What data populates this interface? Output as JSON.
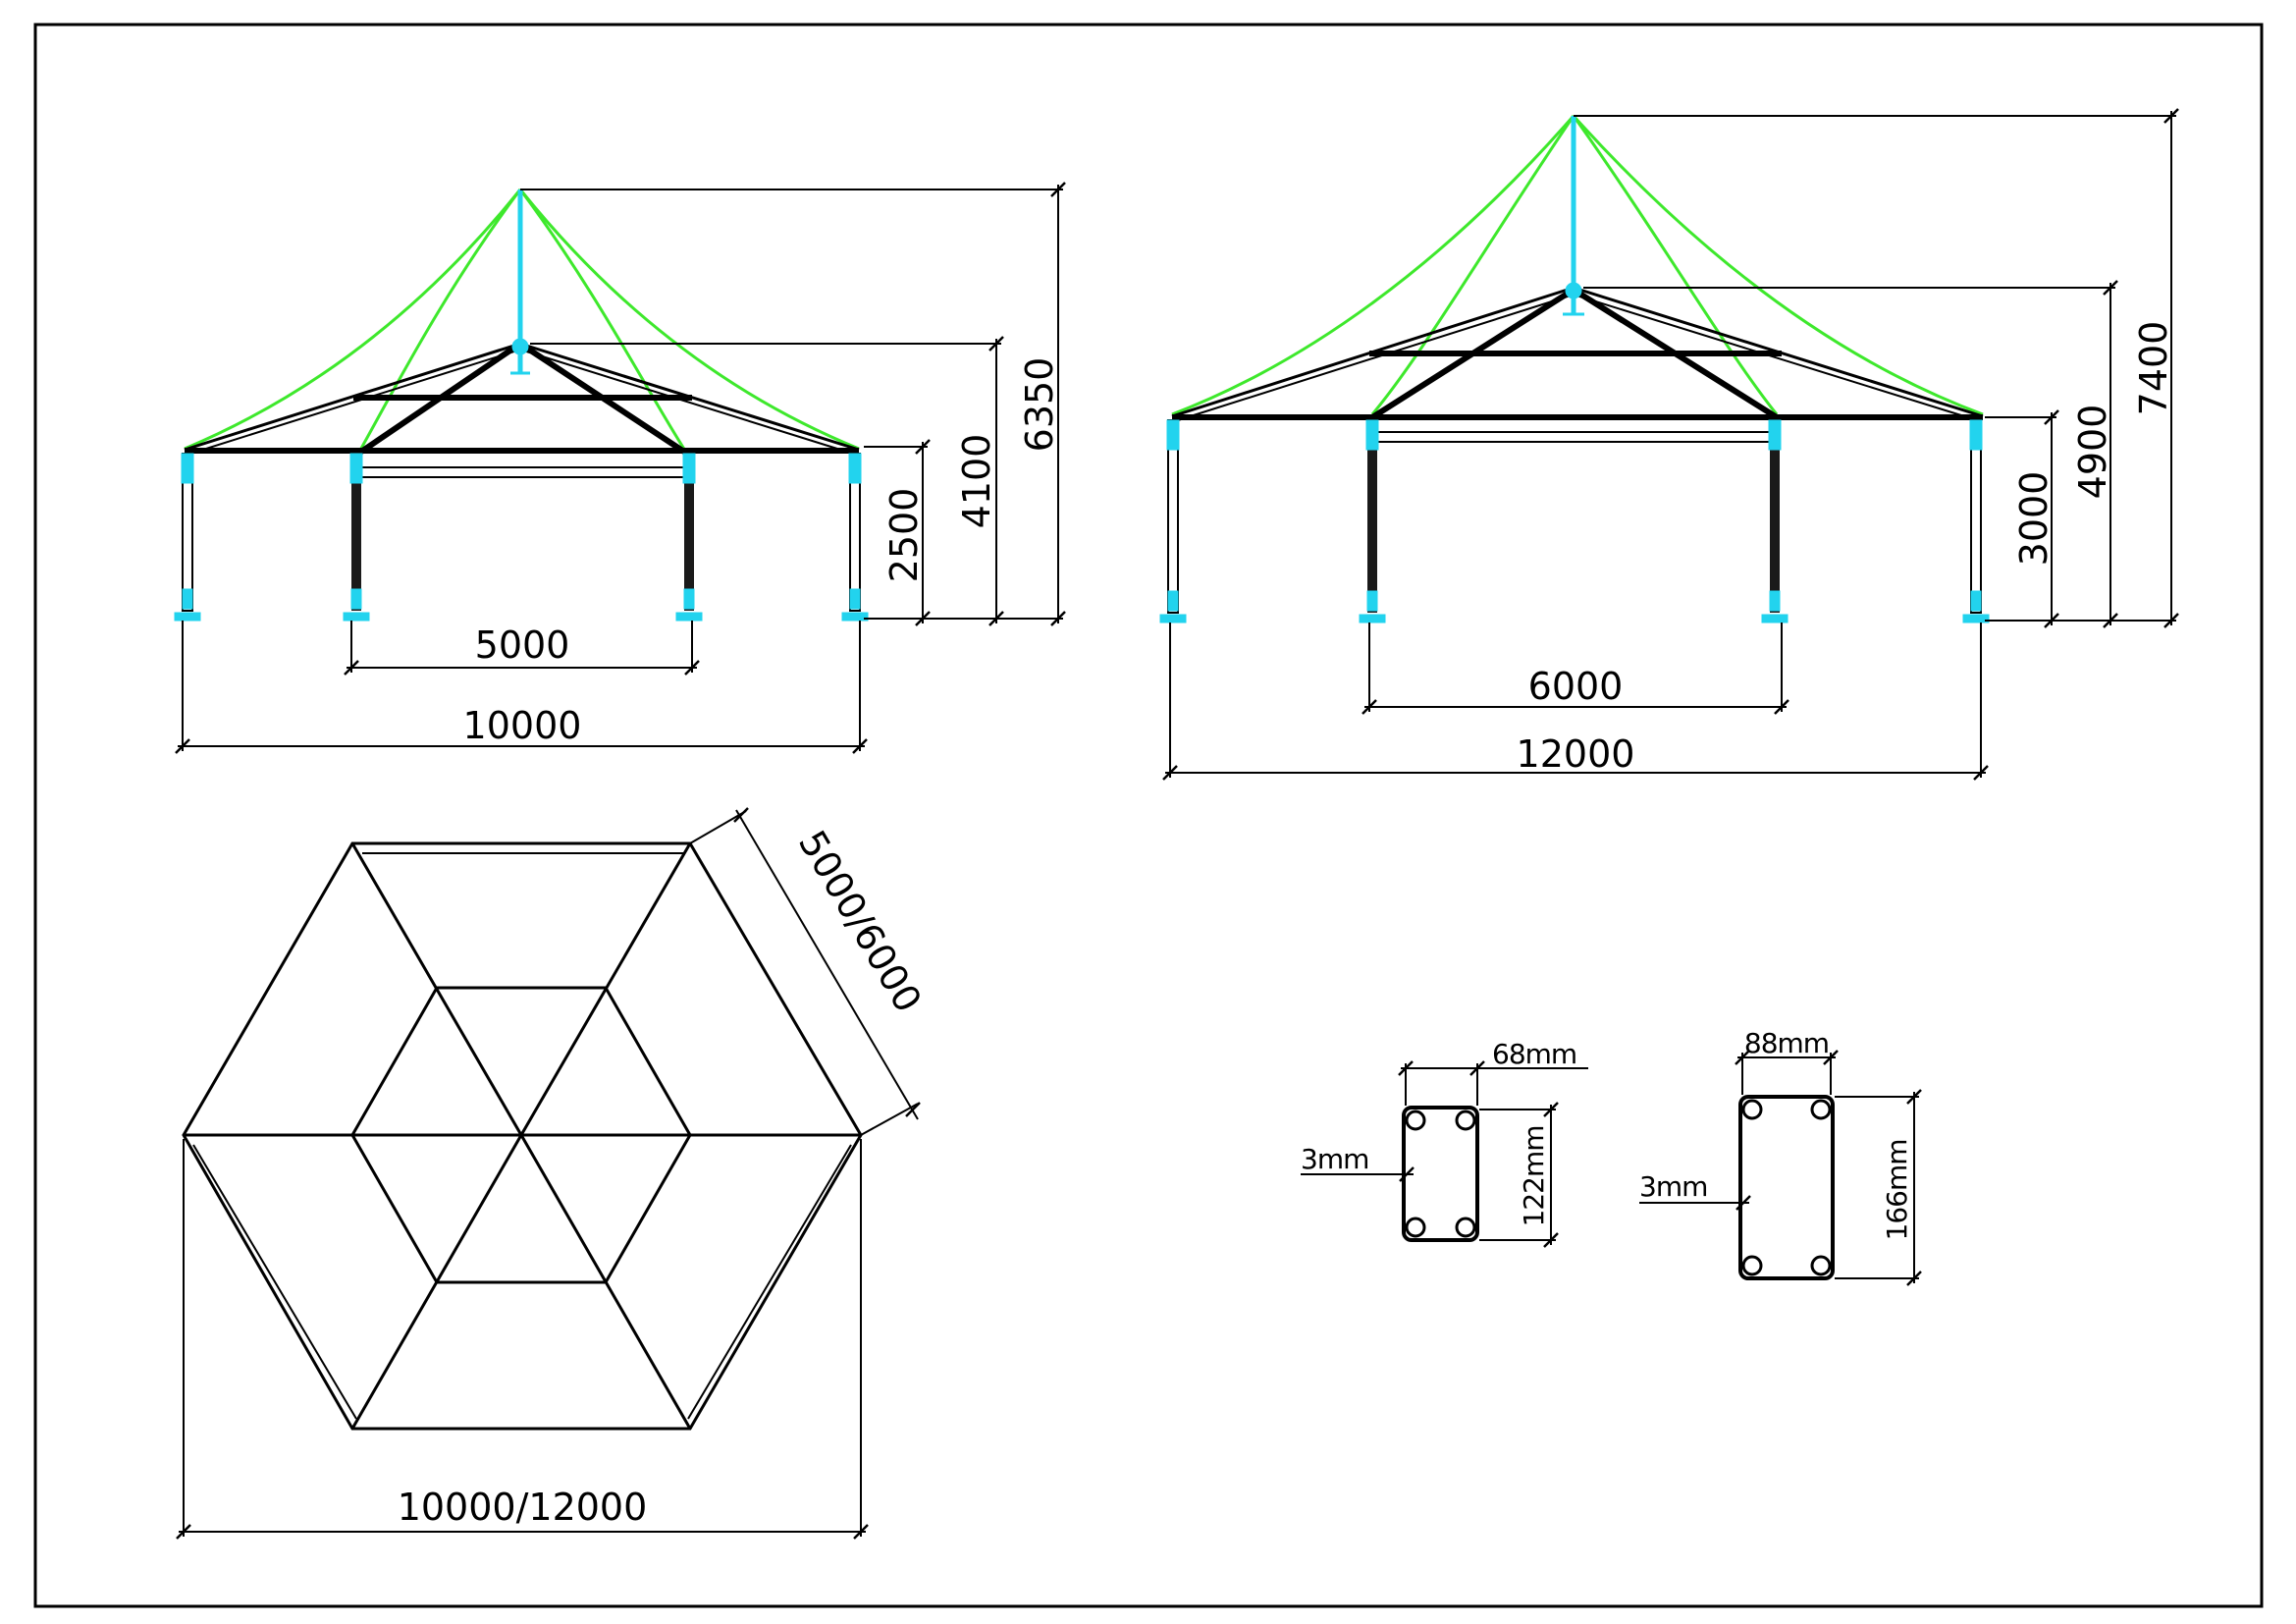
{
  "colors": {
    "frame": "#000000",
    "pole": "#22d3ee",
    "fabric": "#3ee82c"
  },
  "elevation_small": {
    "dims": {
      "total_height": "6350",
      "ridge_height": "4100",
      "eave_height": "2500",
      "inner_span": "5000",
      "total_span": "10000"
    }
  },
  "elevation_large": {
    "dims": {
      "total_height": "7400",
      "ridge_height": "4900",
      "eave_height": "3000",
      "inner_span": "6000",
      "total_span": "12000"
    }
  },
  "plan_view": {
    "dims": {
      "side": "5000/6000",
      "width": "10000/12000"
    }
  },
  "profiles": {
    "small": {
      "width": "68mm",
      "height": "122mm",
      "wall": "3mm"
    },
    "large": {
      "width": "88mm",
      "height": "166mm",
      "wall": "3mm"
    }
  }
}
